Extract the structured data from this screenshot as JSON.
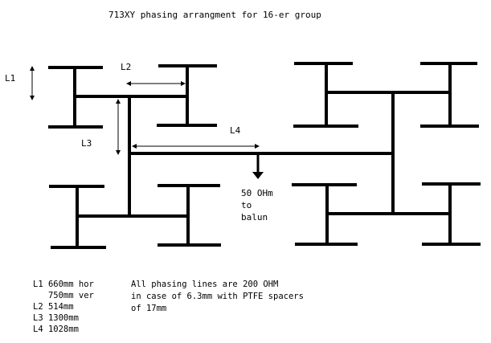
{
  "title": "713XY phasing arrangment for 16-er group",
  "dimension_labels": {
    "l1": "L1",
    "l2": "L2",
    "l3": "L3",
    "l4": "L4"
  },
  "feed_label": [
    "50 OHm",
    "to",
    "balun"
  ],
  "dimensions_list": [
    "L1 660mm hor",
    "   750mm ver",
    "L2 514mm",
    "L3 1300mm",
    "L4 1028mm"
  ],
  "notes": [
    "All phasing lines are 200 OHM",
    "in case of 6.3mm with PTFE spacers",
    "of 17mm"
  ],
  "colors": {
    "line": "#000000",
    "background": "#ffffff"
  }
}
